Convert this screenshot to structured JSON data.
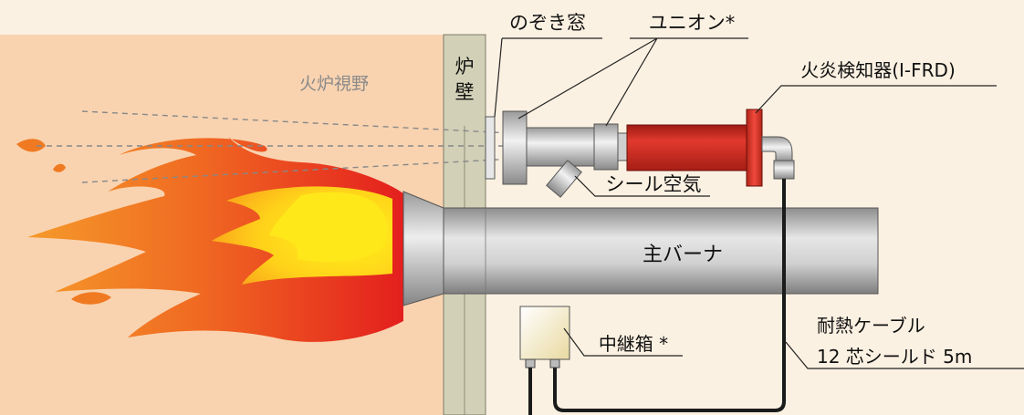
{
  "labels": {
    "furnace_view": "火炉視野",
    "furnace_wall": [
      "炉",
      "壁"
    ],
    "sight_window": "のぞき窓",
    "union": "ユニオン*",
    "flame_detector": "火炎検知器(I-FRD)",
    "seal_air": "シール空気",
    "main_burner": "主バーナ",
    "junction_box": "中継箱 *",
    "cable_line1": "耐熱ケーブル",
    "cable_line2": "12 芯シールド 5m"
  },
  "colors": {
    "background": "#fbf1e2",
    "furnace_area": "#f9d3b0",
    "wall": "#d2d1b8",
    "detector_red": "#d42a20",
    "flange_red": "#e0332a",
    "flame_outer": "#e8281e",
    "flame_mid": "#f78a1e",
    "flame_core": "#ffe21a",
    "burner_gray": "#bdbdbd"
  }
}
